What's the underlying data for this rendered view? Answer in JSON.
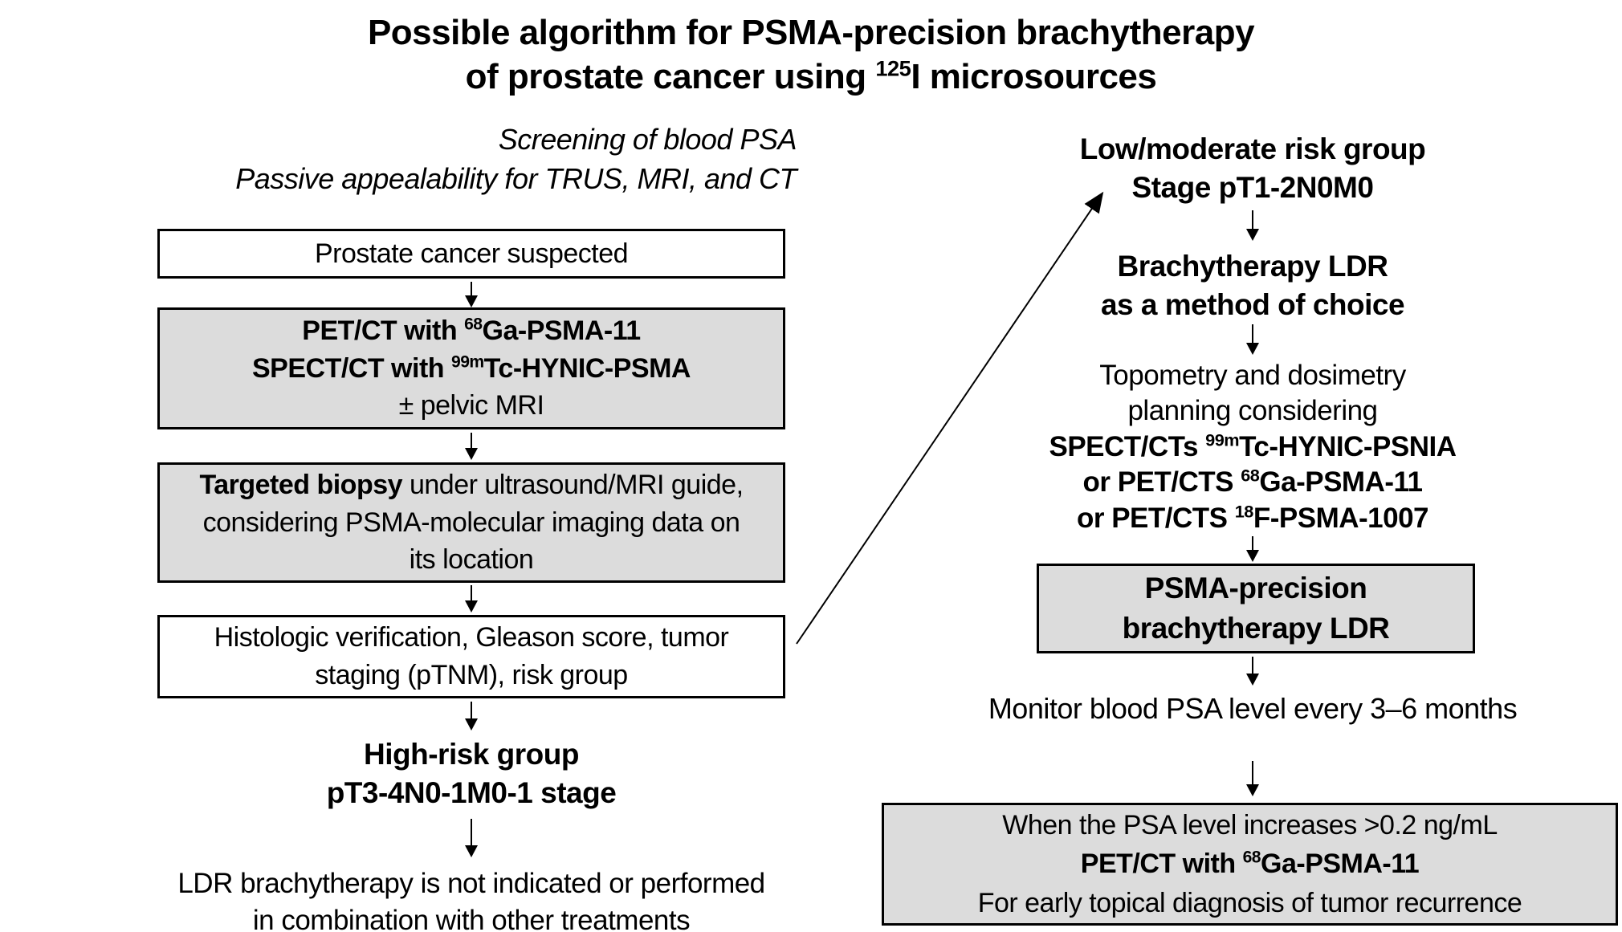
{
  "title": {
    "line1": "Possible algorithm for PSMA-precision brachytherapy",
    "line2_pre": "of prostate cancer using ",
    "line2_sup": "125",
    "line2_post": "I microsources"
  },
  "preamble": {
    "line1": "Screening of blood PSA",
    "line2": "Passive appealability for TRUS, MRI, and CT"
  },
  "left_flow": {
    "suspected_box": "Prostate cancer suspected",
    "imaging_box": {
      "l1_pre": "PET/CT with ",
      "l1_sup": "68",
      "l1_post": "Ga-PSMA-11",
      "l2_pre": "SPECT/CT with ",
      "l2_sup": "99m",
      "l2_post": "Tc-HYNIC-PSMA",
      "l3": "± pelvic MRI"
    },
    "biopsy_box": {
      "l1_bold": "Targeted biopsy",
      "l1_rest": " under ultrasound/MRI guide,",
      "l2": "considering PSMA-molecular imaging data on",
      "l3": "its location"
    },
    "histology_box": {
      "l1": "Histologic verification, Gleason score, tumor",
      "l2": "staging (pTNM), risk group"
    },
    "high_risk": {
      "line1": "High-risk group",
      "line2": "pT3-4N0-1M0-1 stage"
    },
    "ldr_note": {
      "line1": "LDR brachytherapy is not indicated or performed",
      "line2": "in combination with other treatments"
    }
  },
  "right_flow": {
    "risk_group": {
      "line1": "Low/moderate risk group",
      "line2": "Stage pT1-2N0M0"
    },
    "brachytherapy": {
      "line1": "Brachytherapy LDR",
      "line2": "as a method of choice"
    },
    "planning": {
      "l1": "Topometry and dosimetry",
      "l2": "planning considering",
      "l3_pre": "SPECT/CTs ",
      "l3_sup": "99m",
      "l3_post": "Tc-HYNIC-PSNIA",
      "l4_pre": "or PET/CTS ",
      "l4_sup": "68",
      "l4_post": "Ga-PSMA-11",
      "l5_pre": "or PET/CTS ",
      "l5_sup": "18",
      "l5_post": "F-PSMA-1007"
    },
    "psma_box": {
      "line1": "PSMA-precision",
      "line2": "brachytherapy LDR"
    },
    "monitor": "Monitor blood PSA level every 3–6 months",
    "recurrence_box": {
      "line1": "When the PSA level increases >0.2 ng/mL",
      "l2_pre": "PET/CT with ",
      "l2_sup": "68",
      "l2_post": "Ga-PSMA-11",
      "line3": "For early topical diagnosis of tumor recurrence"
    }
  },
  "colors": {
    "background": "#ffffff",
    "text": "#000000",
    "box_fill_gray": "#dcdcdc",
    "box_fill_white": "#ffffff",
    "box_border": "#000000"
  }
}
